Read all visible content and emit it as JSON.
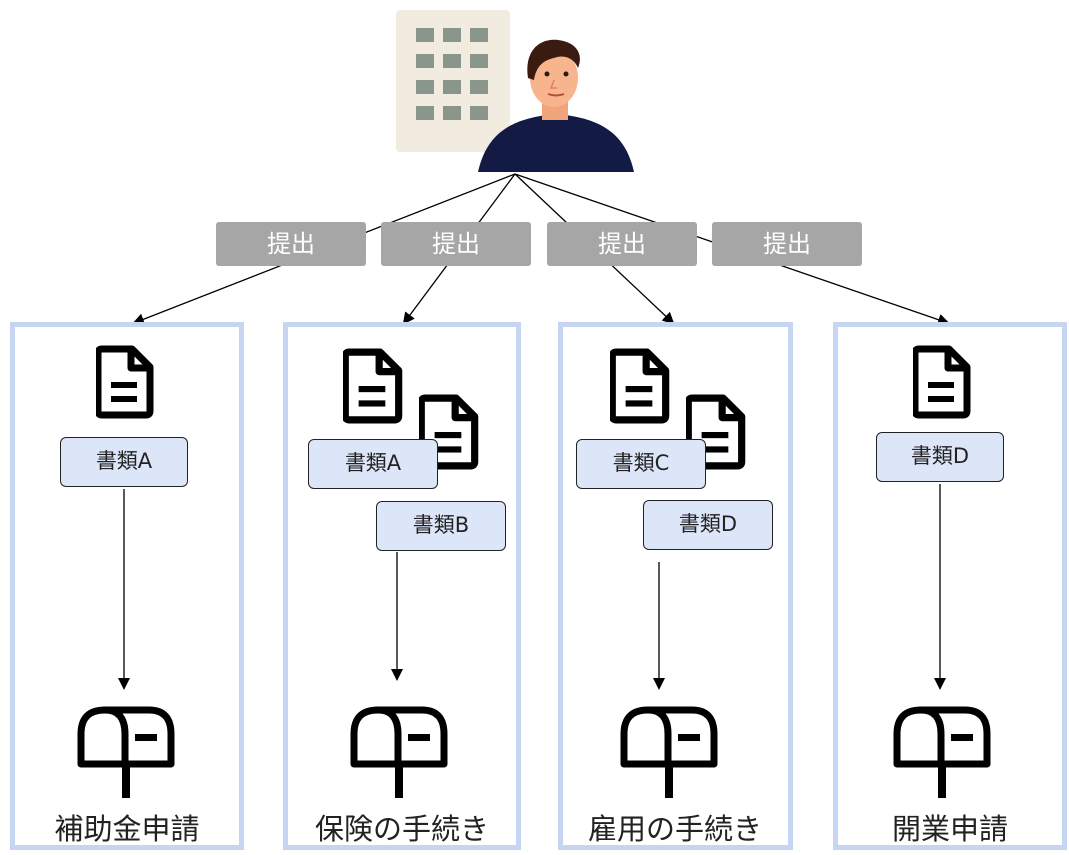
{
  "submit_label": "提出",
  "lanes": [
    {
      "title": "補助金申請",
      "documents": [
        "書類A"
      ]
    },
    {
      "title": "保険の手続き",
      "documents": [
        "書類A",
        "書類B"
      ]
    },
    {
      "title": "雇用の手続き",
      "documents": [
        "書類C",
        "書類D"
      ]
    },
    {
      "title": "開業申請",
      "documents": [
        "書類D"
      ]
    }
  ],
  "icons": {
    "applicant": "person-icon",
    "office": "building-icon",
    "document": "document-icon",
    "destination": "mailbox-icon"
  },
  "colors": {
    "lane_border": "#c6d5f2",
    "doc_label_fill": "#dde6f9",
    "submit_badge": "#a6a6a6",
    "person_shirt": "#131a44",
    "building": "#f1ebe0"
  }
}
